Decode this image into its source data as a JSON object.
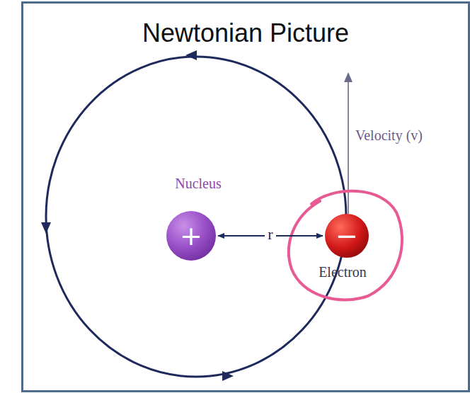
{
  "diagram": {
    "title": "Newtonian Picture",
    "nodes": [
      {
        "text": [
          "Nucleus",
          "+"
        ]
      },
      {
        "text": [
          "−",
          "Electron"
        ]
      }
    ],
    "edges": [
      {
        "from": 0,
        "to": 1,
        "arrow": "both",
        "label": "r"
      }
    ],
    "labels": [
      "Velocity (v)"
    ]
  }
}
